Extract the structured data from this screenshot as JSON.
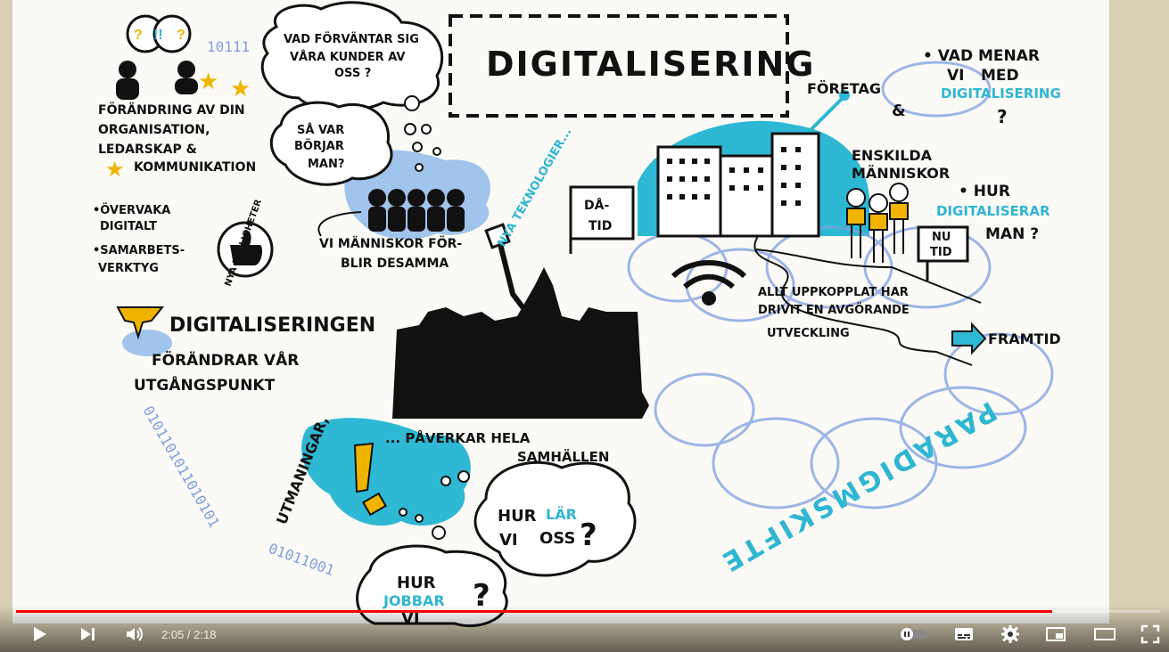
{
  "player": {
    "time_display": "2:05 / 2:18",
    "progress": 0.906,
    "accent_color": "#ff0000",
    "icons": [
      "play-icon",
      "next-icon",
      "volume-icon",
      "autoplay-toggle",
      "subtitles-icon",
      "settings-icon",
      "miniplayer-icon",
      "theater-icon",
      "fullscreen-icon"
    ]
  },
  "sketch": {
    "title": "DIGITALISERING",
    "q_customers": [
      "VAD FÖRVÄNTAR SIG",
      "VÅRA KUNDER AV",
      "OSS ?"
    ],
    "q_start": [
      "SÅ VAR",
      "BÖRJAR",
      "MAN?"
    ],
    "change": [
      "FÖRÄNDRING AV DIN",
      "ORGANISATION,",
      "LEDARSKAP &",
      "KOMMUNIKATION"
    ],
    "monitor": [
      "•ÖVERVAKA",
      "DIGITALT",
      "•SAMARBETS-",
      "VERKTYG"
    ],
    "possibilities": "NYA MÖJLIGHETER",
    "people": [
      "VI MÄNNISKOR FÖR-",
      "BLIR DESAMMA"
    ],
    "new_tech": "NYA TEKNOLOGIER...",
    "digitalization": "DIGITALISERINGEN",
    "changes_start": [
      "FÖRÄNDRAR VÅR",
      "UTGÅNGSPUNKT"
    ],
    "challenges": "UTMANINGAR,",
    "affects": [
      "... PÅVERKAR HELA",
      "SAMHÄLLEN"
    ],
    "q_learn": [
      "HUR",
      "LÄR",
      "VI",
      "OSS",
      "?"
    ],
    "q_work": [
      "HUR",
      "JOBBAR",
      "VI"
    ],
    "past": [
      "DÅ-",
      "TID"
    ],
    "now": [
      "NU",
      "TID"
    ],
    "companies": "FÖRETAG",
    "amp": "&",
    "individuals": [
      "ENSKILDA",
      "MÄNNISKOR"
    ],
    "what_mean": [
      "• VAD MENAR",
      "VI",
      "MED",
      "DIGITALISERING",
      "?"
    ],
    "how_digitalize": [
      "• HUR",
      "DIGITALISERAR",
      "MAN ?"
    ],
    "connected": [
      "ALLT UPPKOPPLAT HAR",
      "DRIVIT EN AVGÖRANDE",
      "UTVECKLING"
    ],
    "future": "FRAMTID",
    "paradigm": "PARADIGMSKIFTE",
    "binary_left": "0101101011010101",
    "binary_top": "10111",
    "binary_bottom": "01011001"
  }
}
